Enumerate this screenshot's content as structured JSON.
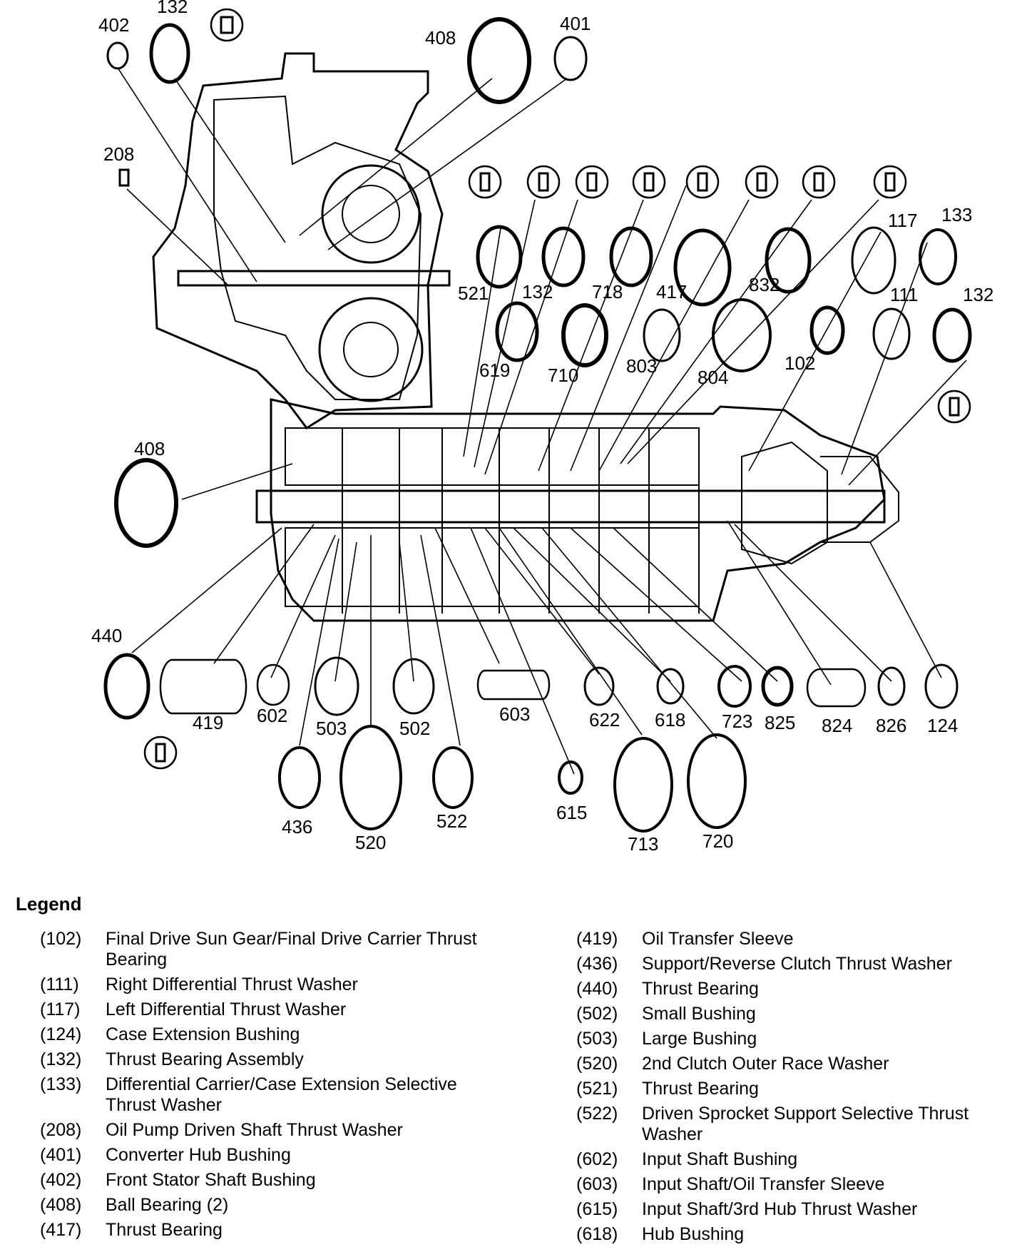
{
  "diagram": {
    "callouts": [
      "402",
      "132",
      "408",
      "401",
      "208",
      "521",
      "132",
      "718",
      "417",
      "832",
      "117",
      "133",
      "111",
      "132",
      "619",
      "710",
      "803",
      "804",
      "102",
      "408",
      "440",
      "419",
      "602",
      "503",
      "502",
      "603",
      "622",
      "618",
      "723",
      "825",
      "824",
      "826",
      "124",
      "436",
      "520",
      "522",
      "615",
      "713",
      "720"
    ]
  },
  "legend": {
    "title": "Legend",
    "left": [
      {
        "num": "(102)",
        "desc": "Final Drive Sun Gear/Final Drive Carrier Thrust Bearing"
      },
      {
        "num": "(111)",
        "desc": "Right Differential Thrust Washer"
      },
      {
        "num": "(117)",
        "desc": "Left Differential Thrust Washer"
      },
      {
        "num": "(124)",
        "desc": "Case Extension Bushing"
      },
      {
        "num": "(132)",
        "desc": "Thrust Bearing Assembly"
      },
      {
        "num": "(133)",
        "desc": "Differential Carrier/Case Extension Selective Thrust Washer"
      },
      {
        "num": "(208)",
        "desc": "Oil Pump Driven Shaft Thrust Washer"
      },
      {
        "num": "(401)",
        "desc": "Converter Hub Bushing"
      },
      {
        "num": "(402)",
        "desc": "Front Stator Shaft Bushing"
      },
      {
        "num": "(408)",
        "desc": "Ball Bearing (2)"
      },
      {
        "num": "(417)",
        "desc": "Thrust Bearing"
      }
    ],
    "right": [
      {
        "num": "(419)",
        "desc": "Oil Transfer Sleeve"
      },
      {
        "num": "(436)",
        "desc": "Support/Reverse Clutch Thrust Washer"
      },
      {
        "num": "(440)",
        "desc": "Thrust Bearing"
      },
      {
        "num": "(502)",
        "desc": "Small Bushing"
      },
      {
        "num": "(503)",
        "desc": "Large Bushing"
      },
      {
        "num": "(520)",
        "desc": "2nd Clutch Outer Race Washer"
      },
      {
        "num": "(521)",
        "desc": "Thrust Bearing"
      },
      {
        "num": "(522)",
        "desc": "Driven Sprocket Support Selective Thrust Washer"
      },
      {
        "num": "(602)",
        "desc": "Input Shaft Bushing"
      },
      {
        "num": "(603)",
        "desc": "Input Shaft/Oil Transfer Sleeve"
      },
      {
        "num": "(615)",
        "desc": "Input Shaft/3rd Hub Thrust Washer"
      },
      {
        "num": "(618)",
        "desc": "Hub Bushing"
      }
    ]
  }
}
